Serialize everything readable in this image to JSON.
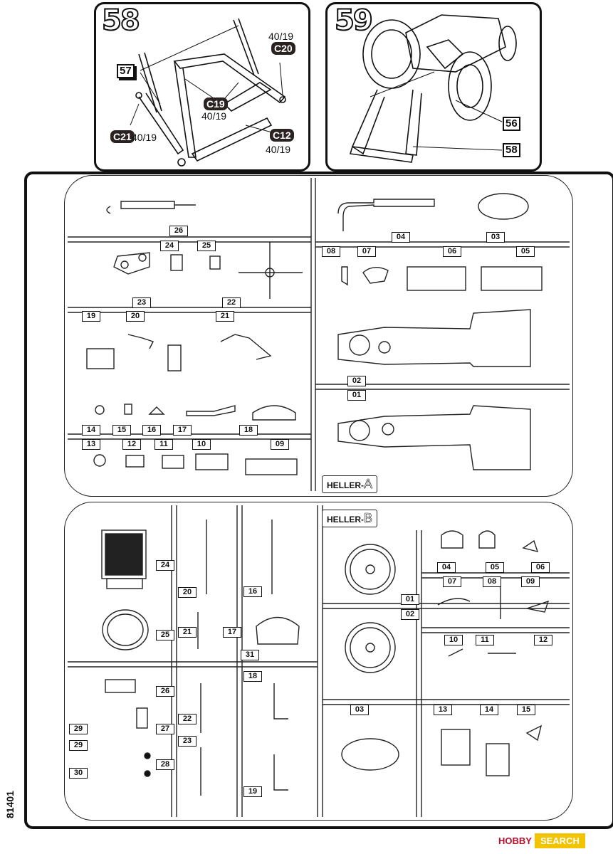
{
  "steps": [
    {
      "number": "58",
      "labels": {
        "part_57": "57",
        "c20": "C20",
        "c19": "C19",
        "c21": "C21",
        "c12": "C12",
        "color_c20": "40/19",
        "color_c19": "40/19",
        "color_c21": "40/19",
        "color_c12": "40/19"
      }
    },
    {
      "number": "59",
      "labels": {
        "part_56": "56",
        "part_58": "58"
      }
    }
  ],
  "sprue_a": {
    "brand": "HELLER-",
    "letter": "A",
    "parts": [
      "01",
      "02",
      "03",
      "04",
      "05",
      "06",
      "07",
      "08",
      "09",
      "10",
      "11",
      "12",
      "13",
      "14",
      "15",
      "16",
      "17",
      "18",
      "19",
      "20",
      "21",
      "22",
      "23",
      "24",
      "25",
      "26"
    ]
  },
  "sprue_b": {
    "brand": "HELLER-",
    "letter": "B",
    "parts": [
      "01",
      "02",
      "03",
      "04",
      "05",
      "06",
      "07",
      "08",
      "09",
      "10",
      "11",
      "12",
      "13",
      "14",
      "15",
      "16",
      "17",
      "18",
      "19",
      "20",
      "21",
      "22",
      "23",
      "24",
      "25",
      "26",
      "27",
      "28",
      "29",
      "29",
      "30",
      "31"
    ]
  },
  "side_code": "81401",
  "watermark": {
    "hobby": "HOBBY",
    "search": "SEARCH"
  },
  "colors": {
    "line": "#111111",
    "callout_dark": "#2a2221",
    "watermark_red": "#b70e2a",
    "watermark_yellow": "#f2c400"
  }
}
